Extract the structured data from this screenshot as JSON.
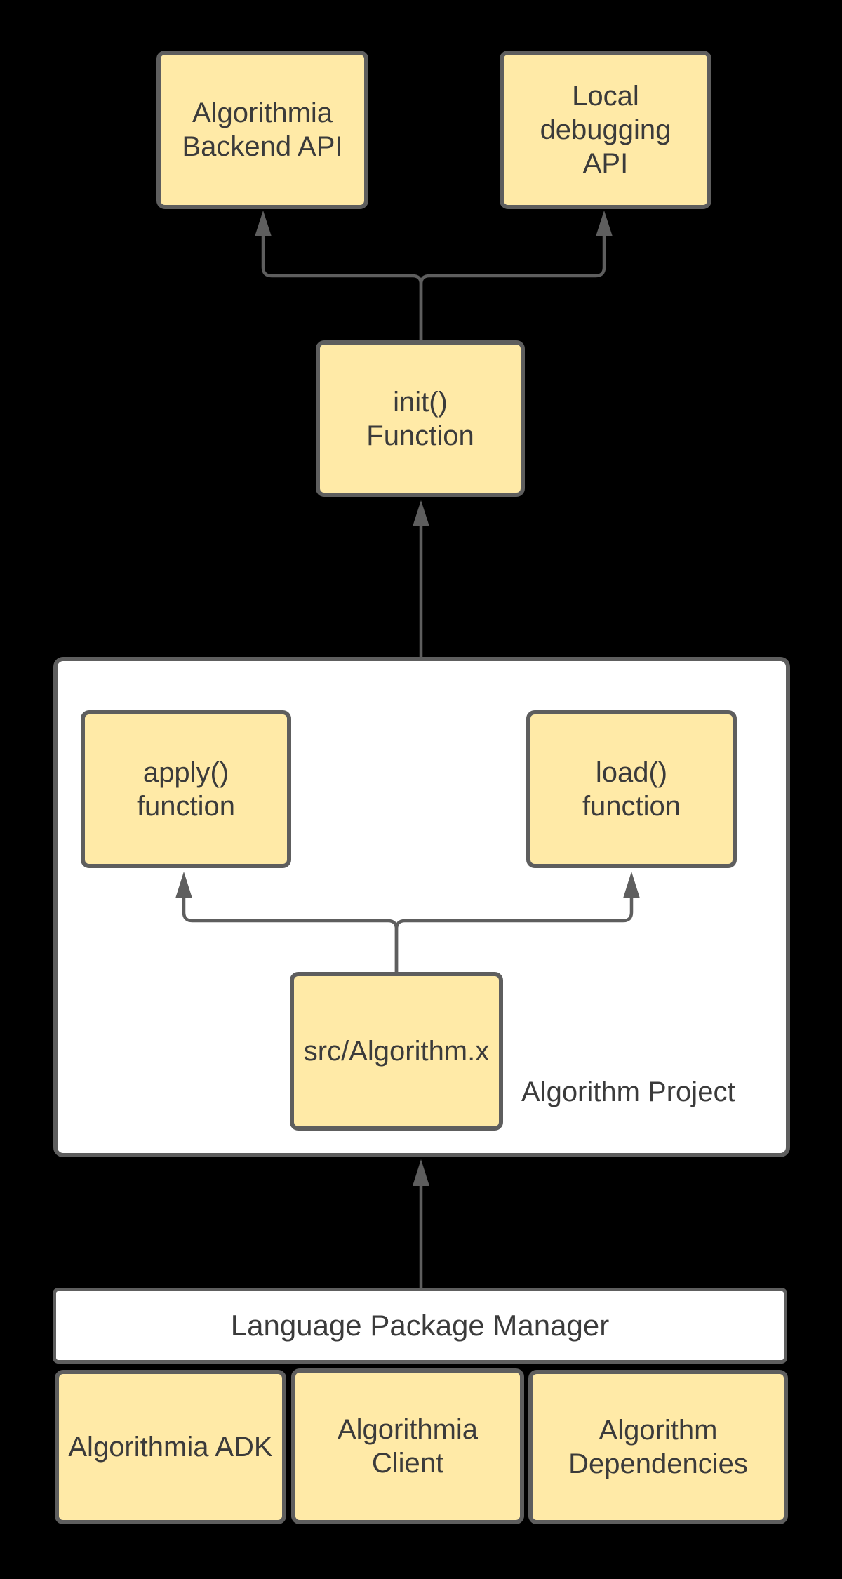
{
  "diagram": {
    "colors": {
      "background": "#000000",
      "node_fill": "#FFEAA7",
      "node_border": "#5E5E5E",
      "connector": "#5E5E5E",
      "text": "#3B3B3B",
      "container_fill": "#FFFFFF"
    },
    "nodes": {
      "backend_api": {
        "label": "Algorithmia\nBackend API"
      },
      "local_debug": {
        "label": "Local\ndebugging\nAPI"
      },
      "init_function": {
        "label": "init()\nFunction"
      },
      "apply_function": {
        "label": "apply()\nfunction"
      },
      "load_function": {
        "label": "load()\nfunction"
      },
      "src_algorithm": {
        "label": "src/Algorithm.x"
      },
      "adk": {
        "label": "Algorithmia ADK"
      },
      "client": {
        "label": "Algorithmia\nClient"
      },
      "dependencies": {
        "label": "Algorithm\nDependencies"
      }
    },
    "container": {
      "label": "Algorithm Project"
    },
    "bar": {
      "label": "Language Package Manager"
    }
  }
}
